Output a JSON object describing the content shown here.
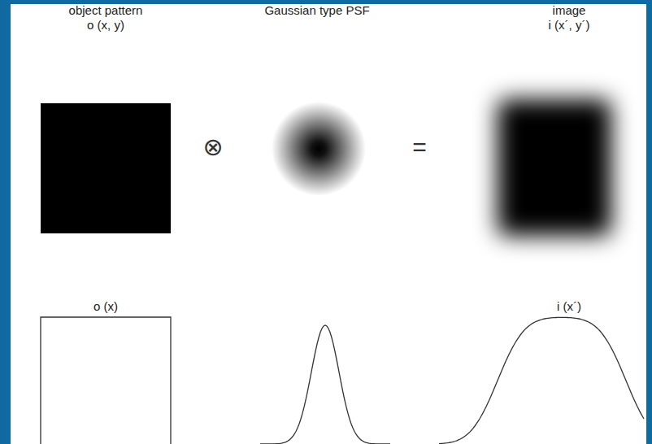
{
  "diagram": {
    "labels": [
      "object pattern",
      "o (x, y)",
      "Gaussian type PSF",
      "image",
      "i (x´, y´)",
      "⊗",
      "=",
      "o (x)",
      "i (x´)"
    ]
  }
}
